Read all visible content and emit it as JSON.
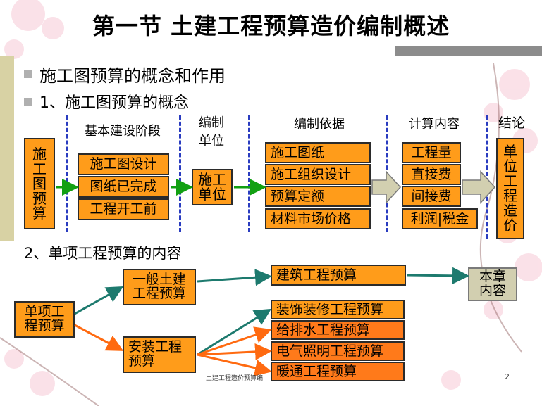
{
  "title": "第一节 土建工程预算造价编制概述",
  "bullets": [
    "施工图预算的概念和作用",
    "1、施工图预算的概念"
  ],
  "section2": "2、单项工程预算的内容",
  "headers": {
    "stage": "基本建设阶段",
    "unit_line1": "编制",
    "unit_line2": "单位",
    "basis": "编制依据",
    "calc": "计算内容",
    "conclusion": "结论"
  },
  "left_vertical": [
    "施",
    "工",
    "图",
    "预",
    "算"
  ],
  "stage_items": [
    "施工图设计",
    "图纸已完成",
    "工程开工前"
  ],
  "unit_box": [
    "施工",
    "单位"
  ],
  "basis_items": [
    "施工图纸",
    "施工组织设计",
    "预算定额",
    "材料市场价格"
  ],
  "calc_items": [
    "工程量",
    "直接费",
    "间接费",
    "利润|税金"
  ],
  "result_vertical": [
    "单",
    "位",
    "工",
    "程",
    "造",
    "价"
  ],
  "tree": {
    "root": [
      "单项工",
      "程预算"
    ],
    "general": [
      "一般土建",
      "工程预算"
    ],
    "install": [
      "安装工程",
      "预算"
    ],
    "building": "建筑工程预算",
    "chapter": [
      "本章",
      "内容"
    ],
    "install_items": [
      "装饰装修工程预算",
      "给排水工程预算",
      "电气照明工程预算",
      "暖通工程预算"
    ]
  },
  "footer": "土建工程造价预算编",
  "page_number": "2",
  "colors": {
    "box_fill": "#ff9c1a",
    "teal_arrow": "#1d7a6e",
    "orange_arrow": "#ff6a10",
    "green_arrow": "#12a012",
    "dash_blue": "#2a3cc0"
  }
}
